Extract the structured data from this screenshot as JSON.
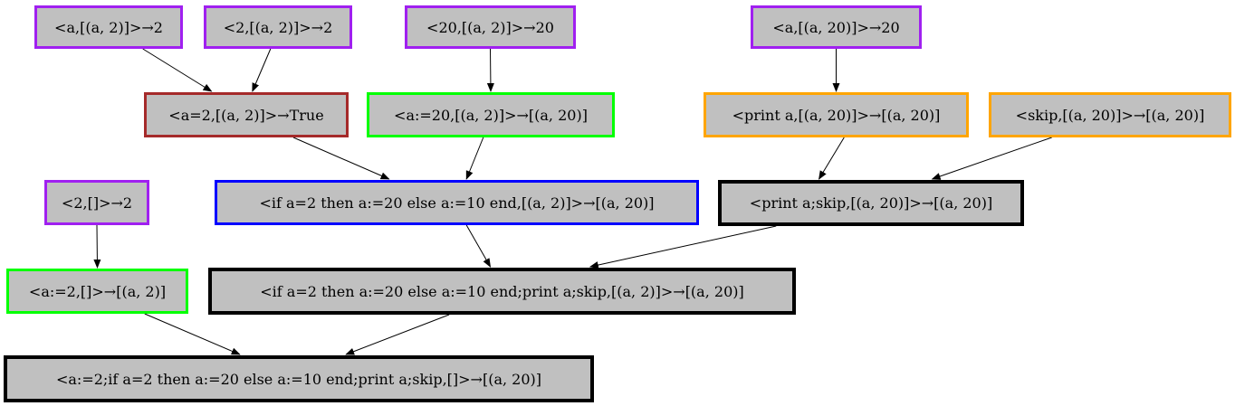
{
  "nodes": {
    "n1": {
      "label": "<a,[(a, 2)]>→2"
    },
    "n2": {
      "label": "<2,[(a, 2)]>→2"
    },
    "n3": {
      "label": "<20,[(a, 2)]>→20"
    },
    "n4": {
      "label": "<a,[(a, 20)]>→20"
    },
    "n5": {
      "label": "<a=2,[(a, 2)]>→True"
    },
    "n6": {
      "label": "<a:=20,[(a, 2)]>→[(a, 20)]"
    },
    "n7": {
      "label": "<print a,[(a, 20)]>→[(a, 20)]"
    },
    "n8": {
      "label": "<skip,[(a, 20)]>→[(a, 20)]"
    },
    "n9": {
      "label": "<2,[]>→2"
    },
    "n10": {
      "label": "<if a=2 then a:=20 else a:=10 end,[(a, 2)]>→[(a, 20)]"
    },
    "n11": {
      "label": "<print a;skip,[(a, 20)]>→[(a, 20)]"
    },
    "n12": {
      "label": "<a:=2,[]>→[(a, 2)]"
    },
    "n13": {
      "label": "<if a=2 then a:=20 else a:=10 end;print a;skip,[(a, 2)]>→[(a, 20)]"
    },
    "n14": {
      "label": "<a:=2;if a=2 then a:=20 else a:=10 end;print a;skip,[]>→[(a, 20)]"
    }
  },
  "edges": [
    [
      "n1",
      "n5"
    ],
    [
      "n2",
      "n5"
    ],
    [
      "n3",
      "n6"
    ],
    [
      "n4",
      "n7"
    ],
    [
      "n5",
      "n10"
    ],
    [
      "n6",
      "n10"
    ],
    [
      "n7",
      "n11"
    ],
    [
      "n8",
      "n11"
    ],
    [
      "n9",
      "n12"
    ],
    [
      "n10",
      "n13"
    ],
    [
      "n11",
      "n13"
    ],
    [
      "n12",
      "n14"
    ],
    [
      "n13",
      "n14"
    ]
  ],
  "colors": {
    "purple": "#a020f0",
    "green": "#00ff00",
    "brown": "#a52a2a",
    "blue": "#0000ff",
    "orange": "#ffa500",
    "black": "#000000",
    "fill": "#c0c0c0"
  }
}
